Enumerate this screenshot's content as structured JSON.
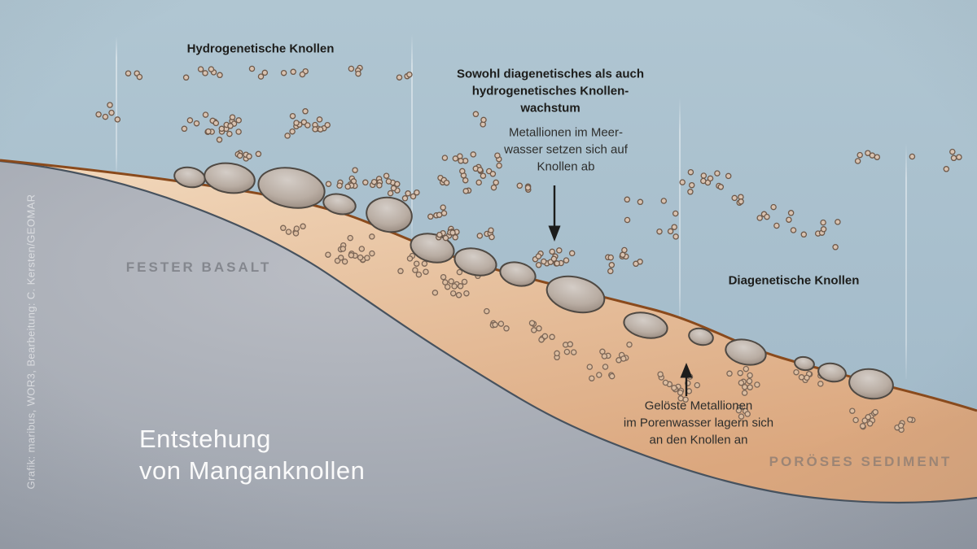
{
  "diagram": {
    "title_line1": "Entstehung",
    "title_line2": "von Manganknollen",
    "credit": "Grafik: maribus, WOR3, Bearbeitung: C. Kersten/GEOMAR",
    "labels": {
      "hydrogenetic": "Hydrogenetische Knollen",
      "both_growth": [
        "Sowohl diagenetisches als auch",
        "hydrogenetisches Knollen-",
        "wachstum"
      ],
      "metal_ions_seawater": [
        "Metallionen im Meer-",
        "wasser setzen sich auf",
        "Knollen ab"
      ],
      "diagenetic": "Diagenetische Knollen",
      "dissolved_metal_ions": [
        "Gelöste Metallionen",
        "im Porenwasser lagern sich",
        "an den Knollen an"
      ],
      "basalt_region": "FESTER BASALT",
      "sediment_region": "PORÖSES SEDIMENT"
    },
    "colors": {
      "water_top": "#b0c6d2",
      "water_bottom": "#9fb7c7",
      "water_current_line": "#ffffff",
      "basalt_light": "#babdc4",
      "basalt_dark": "#939aa5",
      "boundary_line": "#47525e",
      "sediment_light": "#f2d9bd",
      "sediment_dark": "#dba77e",
      "seafloor_line": "#8a4a1c",
      "nodule_light": "#d4cdc7",
      "nodule_mid": "#b9ada3",
      "nodule_dark": "#88796e",
      "nodule_outline": "#4f4943",
      "ion_fill": "#d8c2b0",
      "ion_stroke": "#6e594a",
      "ion_sediment_fill": "#dcbda0",
      "ion_sediment_stroke": "#7d6757",
      "annotation_arrow": "#1c1c1b"
    }
  }
}
